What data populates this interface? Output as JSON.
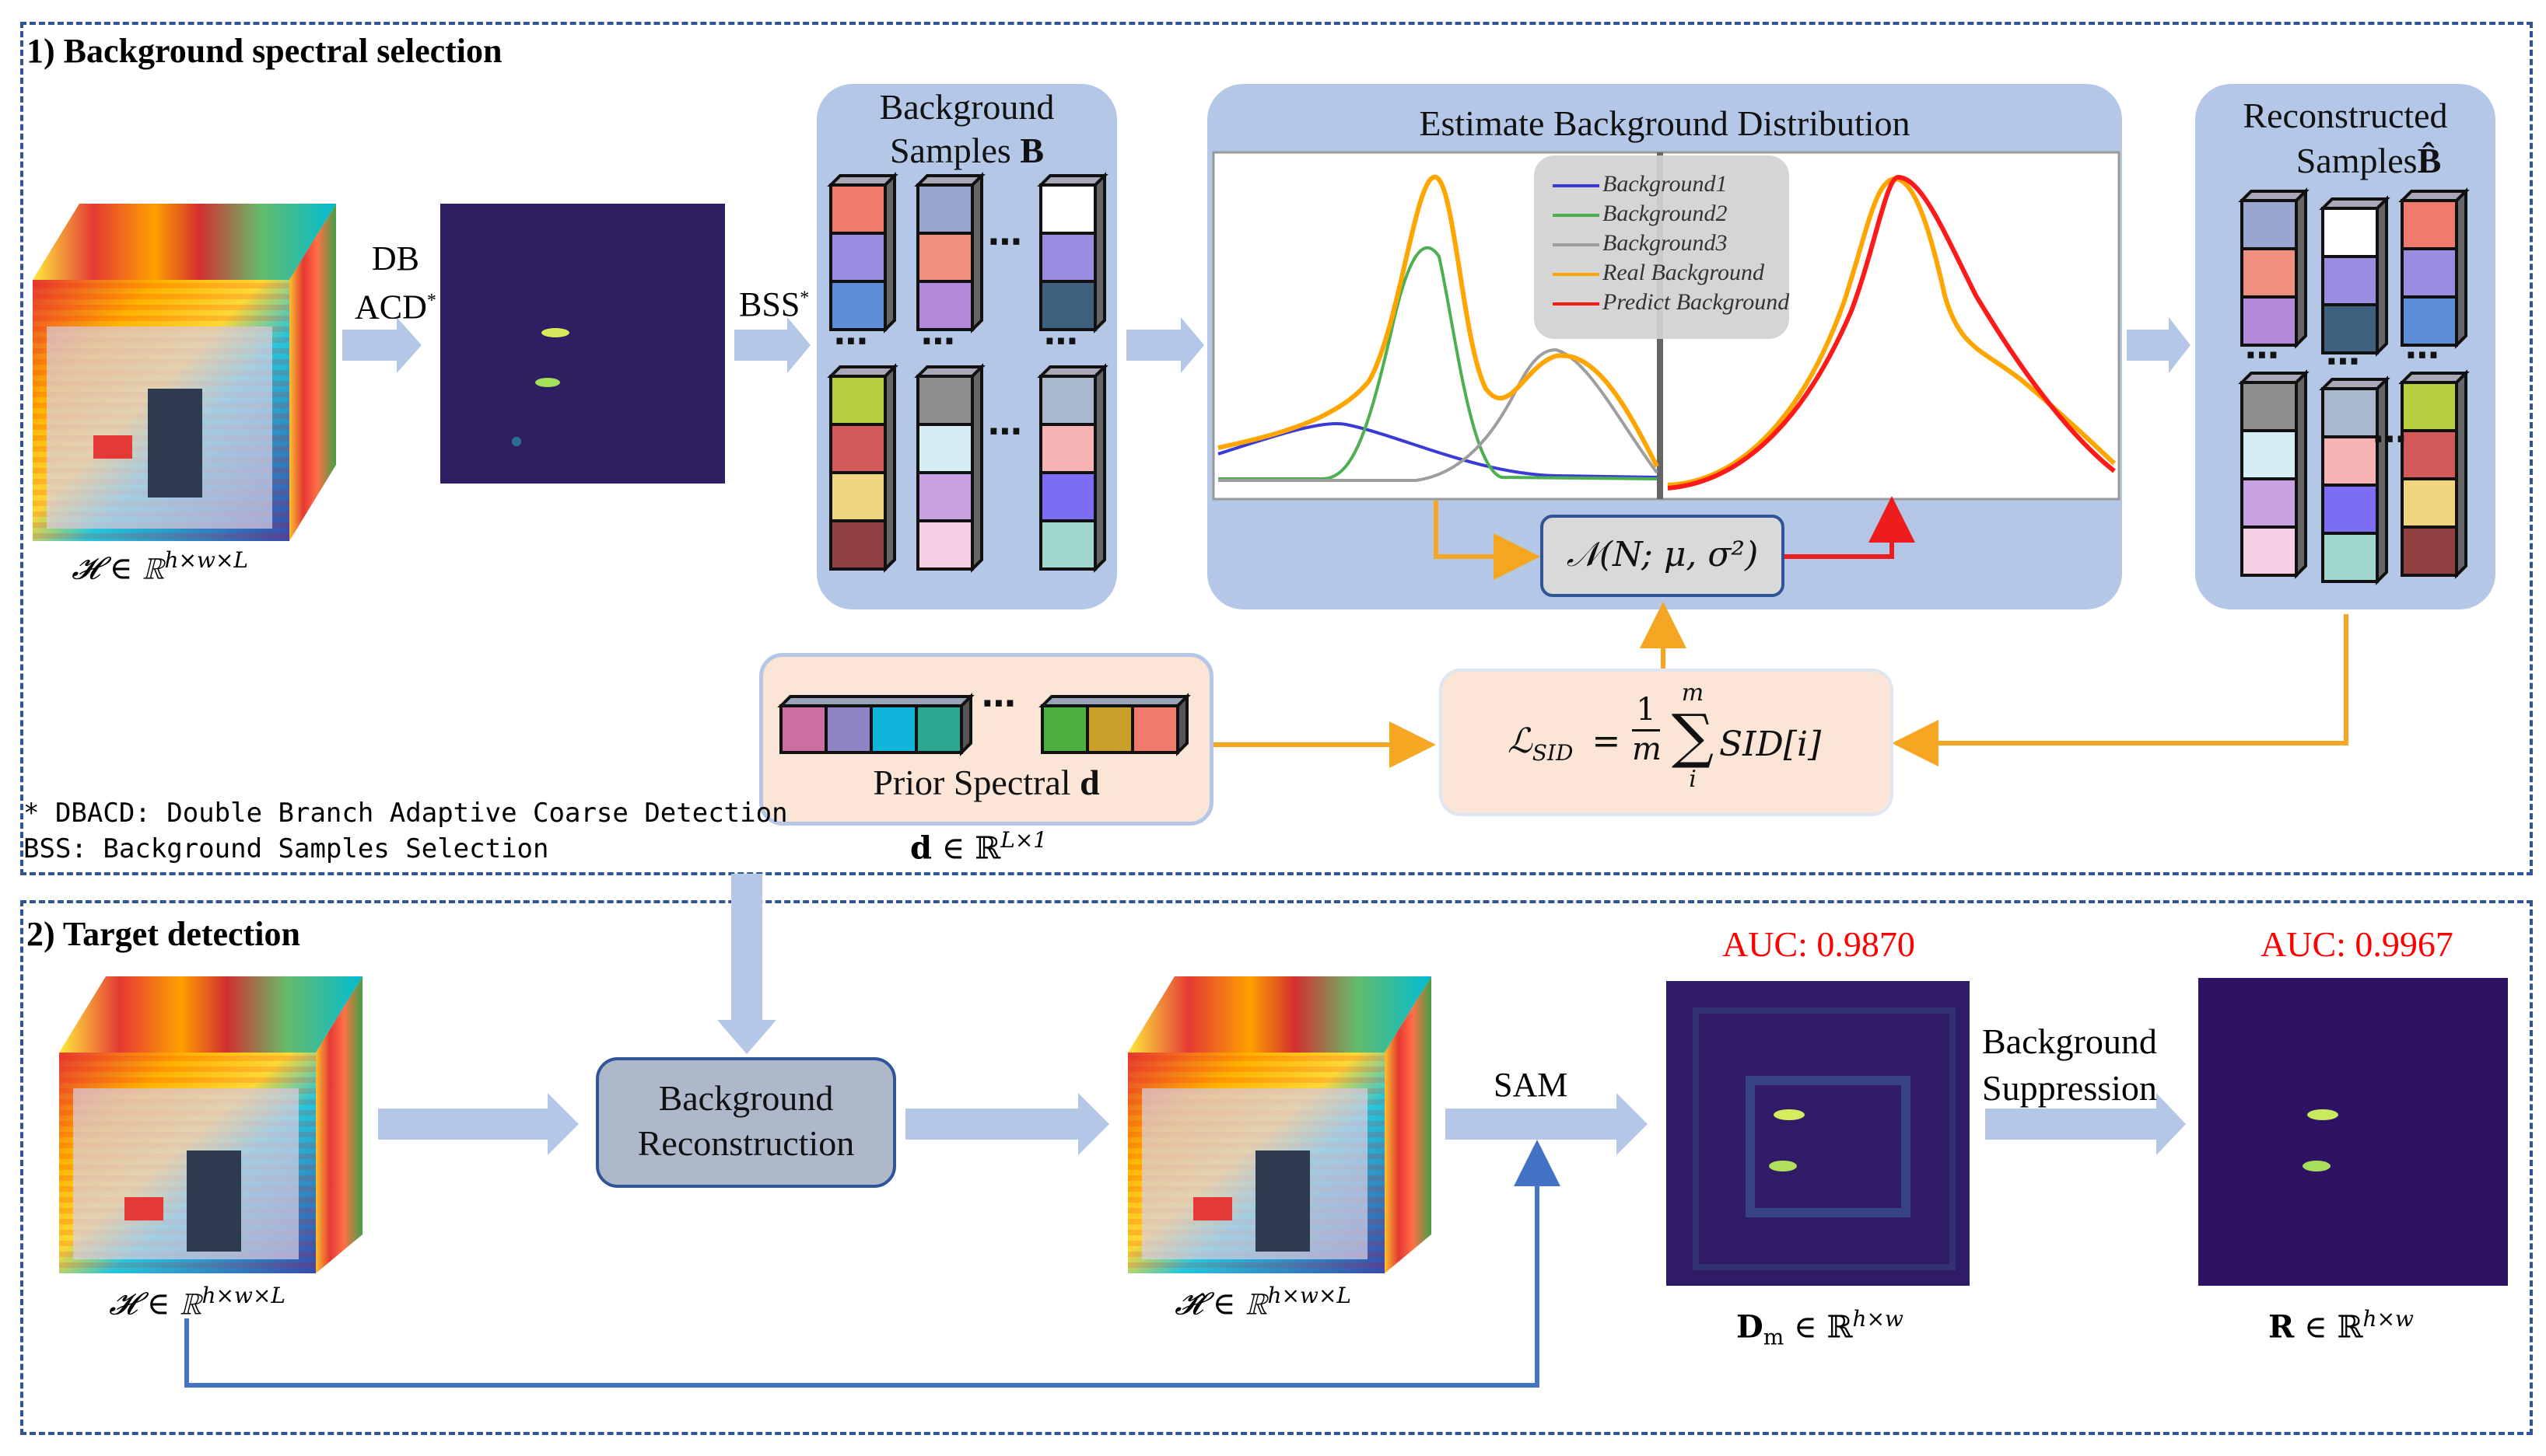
{
  "sections": {
    "s1_title": "1) Background spectral selection",
    "s2_title": "2) Target detection"
  },
  "s1": {
    "db_label_1": "DB",
    "db_label_2": "ACD",
    "db_star": "*",
    "bss_label": "BSS",
    "bss_star": "*",
    "cube_caption_sym": "𝓗 ∈ ℝ",
    "cube_caption_sup": "h×w×L",
    "bg_samples_line1": "Background",
    "bg_samples_line2": "Samples ",
    "bg_samples_bold": "B",
    "estimate_title": "Estimate Background Distribution",
    "recon_line1": "Reconstructed",
    "recon_line2": "Samples",
    "recon_bold": "B̂",
    "gauss_label": "𝒩(N; μ, σ²)",
    "loss_lhs": "ℒ",
    "loss_sub": "SID",
    "loss_eq": "=",
    "loss_frac_num": "1",
    "loss_frac_den": "m",
    "loss_sum_top": "m",
    "loss_sum_bot": "i",
    "loss_rhs": "SID[i]",
    "prior_label": "Prior Spectral ",
    "prior_bold": "d",
    "d_caption_bold": "d",
    "d_caption_rest": " ∈ ℝ",
    "d_caption_sup": "L×1",
    "footnote_1": "* DBACD: Double Branch Adaptive Coarse Detection",
    "footnote_2": "BSS: Background Samples Selection",
    "legend": [
      {
        "label": "Background1",
        "color": "#3a3ad6"
      },
      {
        "label": "Background2",
        "color": "#4caf50"
      },
      {
        "label": "Background3",
        "color": "#9e9e9e"
      },
      {
        "label": "Real Background",
        "color": "#ffa500"
      },
      {
        "label": "Predict Background",
        "color": "#ff1a1a"
      }
    ]
  },
  "s2": {
    "cube_caption_sym": "𝓗 ∈ ℝ",
    "cube_caption_sup": "h×w×L",
    "recon_box_line1": "Background",
    "recon_box_line2": "Reconstruction",
    "recon_cube_caption_sym": "𝓗̂ ∈ ℝ",
    "recon_cube_caption_sup": "h×w×L",
    "sam_label": "SAM",
    "auc1": "AUC: 0.9870",
    "auc2": "AUC: 0.9967",
    "dm_bold": "D",
    "dm_sub": "m",
    "dm_rest": " ∈ ℝ",
    "dm_sup": "h×w",
    "supp_line1": "Background",
    "supp_line2": "Suppression",
    "r_bold": "R",
    "r_rest": "  ∈ ℝ",
    "r_sup": "h×w"
  },
  "colors": {
    "dashed_border": "#2f5597",
    "panel_blue": "#b4c7e7",
    "arrow_blue": "#b4c7e7",
    "orange_arrow": "#f5a623",
    "red_arrow": "#ee1c1c",
    "dark_blue_arrow": "#4472c4",
    "loss_box": "#fbe5d6",
    "recon_box": "#adb9ca",
    "auc_red": "#ff0000"
  }
}
